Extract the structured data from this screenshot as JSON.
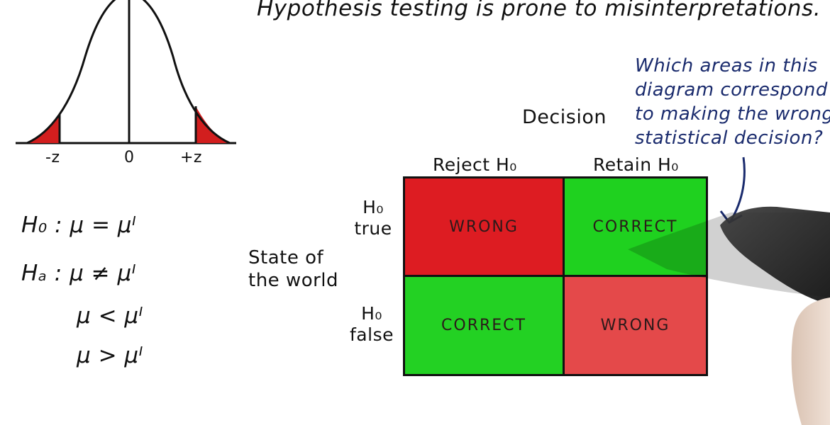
{
  "title": "Hypothesis testing is prone to misinterpretations.",
  "note": {
    "lines": [
      "Which areas in this",
      "diagram correspond",
      "to making the wrong",
      "statistical decision?"
    ]
  },
  "distribution": {
    "ticks": [
      "-z",
      "0",
      "+z"
    ]
  },
  "hypotheses": {
    "h0": "H₀ :  μ = μᴵ",
    "ha": "Hₐ :  μ ≠ μᴵ",
    "ha_less": "μ < μᴵ",
    "ha_greater": "μ > μᴵ"
  },
  "matrix": {
    "decision_label": "Decision",
    "state_label": [
      "State of",
      "the world"
    ],
    "columns": [
      "Reject H₀",
      "Retain H₀"
    ],
    "rows": [
      {
        "label": [
          "H₀",
          "true"
        ],
        "cells": [
          "WRONG",
          "CORRECT"
        ]
      },
      {
        "label": [
          "H₀",
          "false"
        ],
        "cells": [
          "CORRECT",
          "WRONG"
        ]
      }
    ]
  },
  "colors": {
    "wrong_dark": "#dd1c22",
    "wrong_light": "#e4494a",
    "correct": "#1fd11f",
    "note_ink": "#1a2b6d",
    "tail_fill": "#d21e1e"
  }
}
